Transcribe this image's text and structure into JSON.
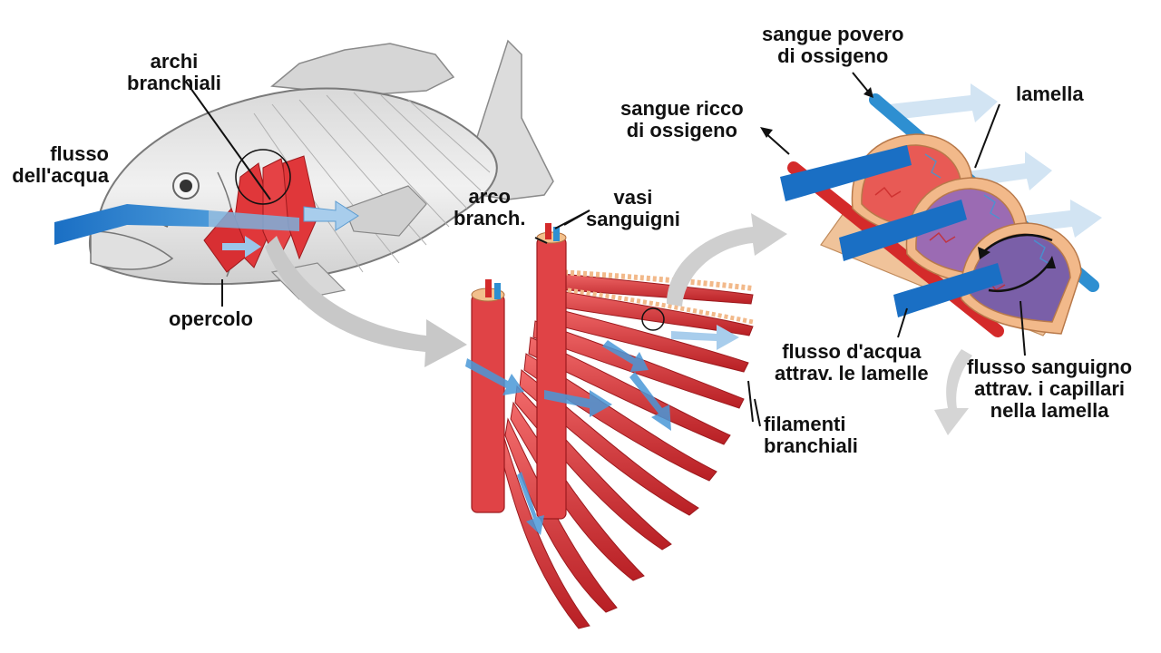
{
  "labels": {
    "archi_branchiali": [
      "archi",
      "branchiali"
    ],
    "flusso_acqua": [
      "flusso",
      "dell'acqua"
    ],
    "opercolo": "opercolo",
    "arco_branch": [
      "arco",
      "branch."
    ],
    "vasi_sanguigni": [
      "vasi",
      "sanguigni"
    ],
    "filamenti_branchiali": [
      "filamenti",
      "branchiali"
    ],
    "sangue_povero": [
      "sangue povero",
      "di ossigeno"
    ],
    "sangue_ricco": [
      "sangue ricco",
      "di ossigeno"
    ],
    "lamella": "lamella",
    "flusso_acqua_lamelle": [
      "flusso d'acqua",
      "attrav. le lamelle"
    ],
    "flusso_sanguigno": [
      "flusso sanguigno",
      "attrav. i capillari",
      "nella lamella"
    ]
  },
  "colors": {
    "water_blue": "#1a6fc4",
    "water_light": "#c9def0",
    "filament_red": "#e0373a",
    "vessel_red": "#d42a2a",
    "vessel_blue": "#2e8fd1",
    "lamella_tan": "#f2b98a",
    "fish_body": "#e8e8e8",
    "process_arrow": "#c8c8c8"
  },
  "icons": [
    "fish-illustration",
    "gill-arch-illustration",
    "lamellae-illustration",
    "process-arrow-icon"
  ]
}
